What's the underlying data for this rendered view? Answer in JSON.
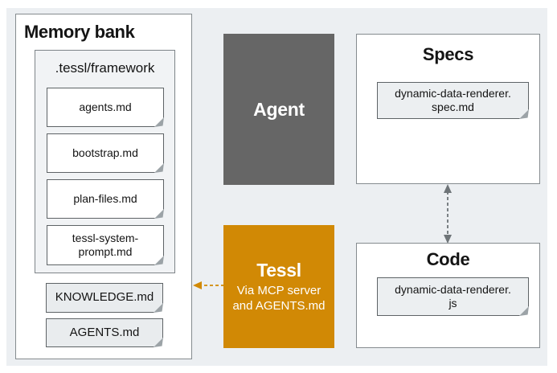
{
  "memory_bank": {
    "title": "Memory bank",
    "framework": {
      "title": ".tessl/framework",
      "files": [
        "agents.md",
        "bootstrap.md",
        "plan-files.md",
        "tessl-system-prompt.md"
      ]
    },
    "root_files": [
      "KNOWLEDGE.md",
      "AGENTS.md"
    ]
  },
  "agent": {
    "label": "Agent"
  },
  "tessl": {
    "label": "Tessl",
    "sublabel_line1": "Via MCP server",
    "sublabel_line2": "and AGENTS.md"
  },
  "specs": {
    "title": "Specs",
    "file_line1": "dynamic-data-renderer.",
    "file_line2": "spec.md"
  },
  "code": {
    "title": "Code",
    "file_line1": "dynamic-data-renderer.",
    "file_line2": "js"
  },
  "colors": {
    "canvas": "#ECEFF2",
    "agent_box": "#666666",
    "tessl_box": "#D18905",
    "arrow_gray": "#6E7478",
    "arrow_orange": "#D18905"
  }
}
